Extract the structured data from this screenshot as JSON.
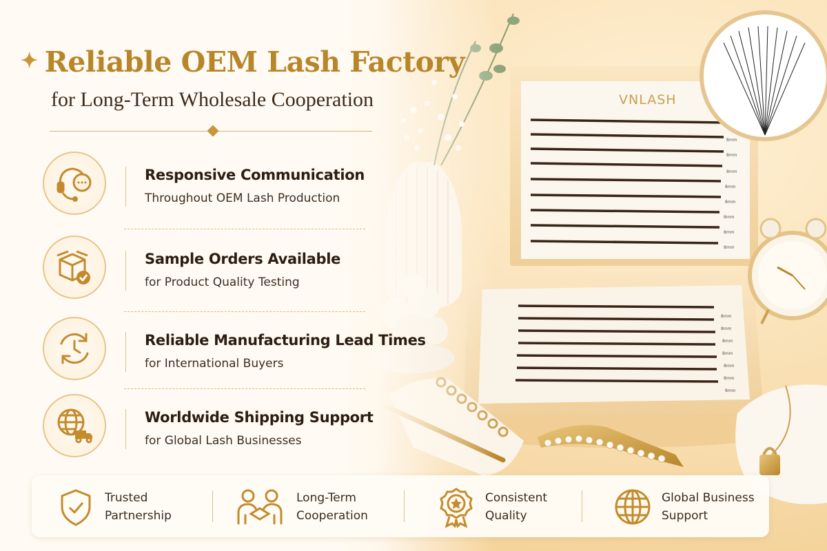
{
  "headline": {
    "title": "Reliable OEM Lash Factory",
    "subtitle": "for Long-Term Wholesale Cooperation"
  },
  "features": [
    {
      "title": "Responsive Communication",
      "subtitle": "Throughout OEM Lash Production",
      "icon": "headset-chat-icon"
    },
    {
      "title": "Sample Orders Available",
      "subtitle": "for Product Quality Testing",
      "icon": "box-check-icon"
    },
    {
      "title": "Reliable Manufacturing Lead Times",
      "subtitle": "for International Buyers",
      "icon": "clock-cycle-icon"
    },
    {
      "title": "Worldwide Shipping Support",
      "subtitle": "for Global Lash Businesses",
      "icon": "globe-truck-icon"
    }
  ],
  "benefits": [
    {
      "line1": "Trusted",
      "line2": "Partnership",
      "icon": "shield-check-icon"
    },
    {
      "line1": "Long-Term",
      "line2": "Cooperation",
      "icon": "handshake-people-icon"
    },
    {
      "line1": "Consistent",
      "line2": "Quality",
      "icon": "medal-star-icon"
    },
    {
      "line1": "Global Business",
      "line2": "Support",
      "icon": "globe-icon"
    }
  ],
  "product": {
    "brand": "VNLASH",
    "length_label": "8mm"
  },
  "colors": {
    "accent_gold": "#b8862a",
    "text_dark": "#2c1d12",
    "background_peach": "#f6d9a4"
  }
}
